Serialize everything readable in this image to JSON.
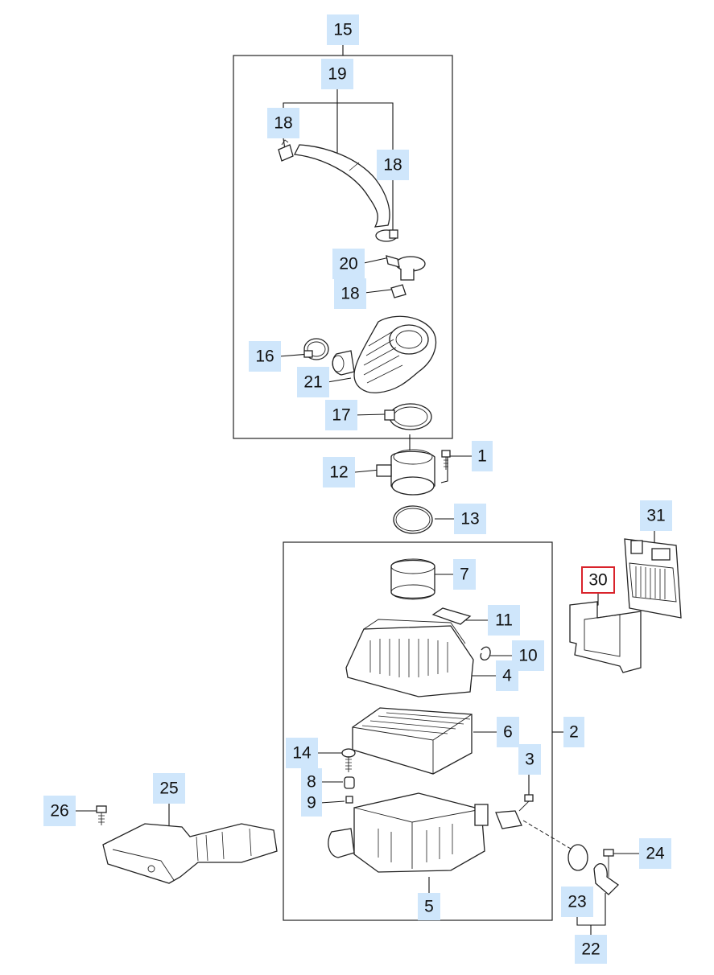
{
  "callouts": {
    "c15": "15",
    "c19": "19",
    "c18a": "18",
    "c18b": "18",
    "c18c": "18",
    "c20": "20",
    "c16": "16",
    "c21": "21",
    "c17": "17",
    "c1": "1",
    "c12": "12",
    "c13": "13",
    "c31": "31",
    "c30": "30",
    "c7": "7",
    "c11": "11",
    "c10": "10",
    "c4": "4",
    "c6": "6",
    "c2": "2",
    "c14": "14",
    "c3": "3",
    "c8": "8",
    "c9": "9",
    "c26": "26",
    "c25": "25",
    "c24": "24",
    "c23": "23",
    "c5": "5",
    "c22": "22"
  },
  "colors": {
    "callout_fill": "#cfe6fb",
    "highlight_border": "#d9232b"
  }
}
